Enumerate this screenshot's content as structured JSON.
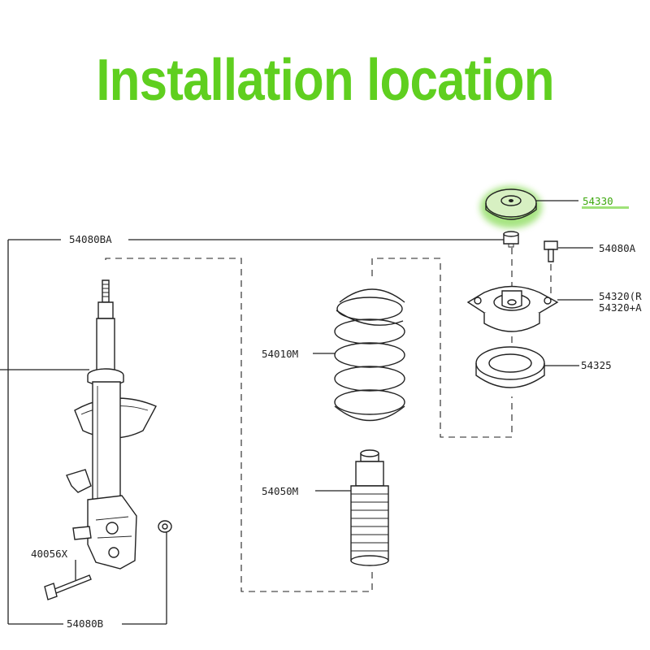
{
  "title": "Installation location",
  "highlight_color": "#5fcf1f",
  "parts": {
    "p54330": "54330",
    "p54080A": "54080A",
    "p54320": "54320(R",
    "p54320b": "54320+A",
    "p54325": "54325",
    "p54010M": "54010M",
    "p54050M": "54050M",
    "p54080BA": "54080BA",
    "p40056X": "40056X",
    "p54080B": "54080B"
  }
}
